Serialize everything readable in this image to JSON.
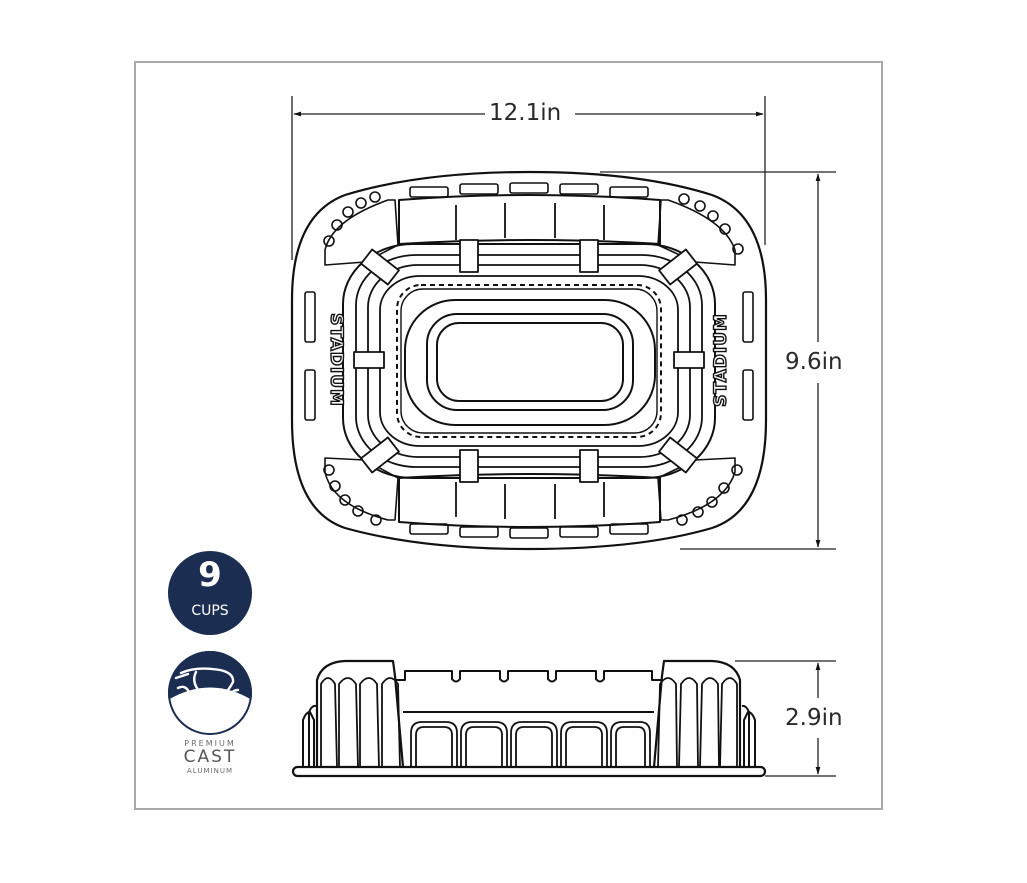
{
  "diagram": {
    "subject": "Stadium bundt pan technical drawing",
    "views": [
      "top-view",
      "side-view"
    ],
    "stadium_label": "STADIUM",
    "dimensions": {
      "width": "12.1in",
      "depth": "9.6in",
      "height": "2.9in"
    }
  },
  "badges": {
    "capacity": {
      "number": "9",
      "unit": "CUPS"
    },
    "material": {
      "line1": "PREMIUM",
      "line2": "CAST",
      "line3": "ALUMINUM"
    }
  },
  "colors": {
    "navy": "#1c2d52",
    "line": "#111111",
    "frame": "#a8a8a8"
  }
}
